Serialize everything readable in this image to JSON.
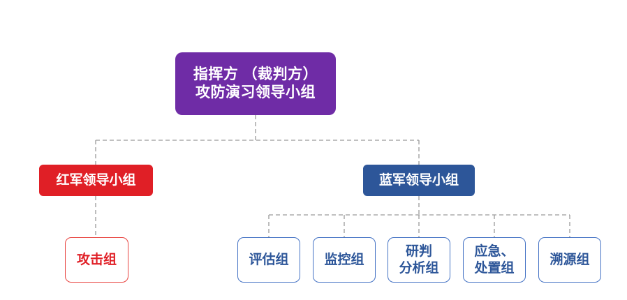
{
  "diagram": {
    "type": "organization-chart",
    "title_text": "",
    "colors": {
      "root_fill": "#6F2CA6",
      "red_fill": "#E01F26",
      "blue_fill": "#2D5699",
      "red_outline": "#E8433F",
      "blue_outline": "#4472C4",
      "connector": "#9A9A9A",
      "background": "#FFFFFF",
      "node_text_light": "#FFFFFF"
    },
    "connector_style": "dashed-orthogonal"
  },
  "nodes": {
    "root": {
      "label": "指挥方 （裁判方）\n攻防演习领导小组",
      "line1": "指挥方 （裁判方）",
      "line2": "攻防演习领导小组"
    },
    "red_leader": {
      "label": "红军领导小组"
    },
    "blue_leader": {
      "label": "蓝军领导小组"
    },
    "red_children": [
      {
        "label": "攻击组"
      }
    ],
    "blue_children": [
      {
        "label": "评估组"
      },
      {
        "label": "监控组"
      },
      {
        "label": "研判\n分析组"
      },
      {
        "label": "应急、\n处置组"
      },
      {
        "label": "溯源组"
      }
    ]
  }
}
